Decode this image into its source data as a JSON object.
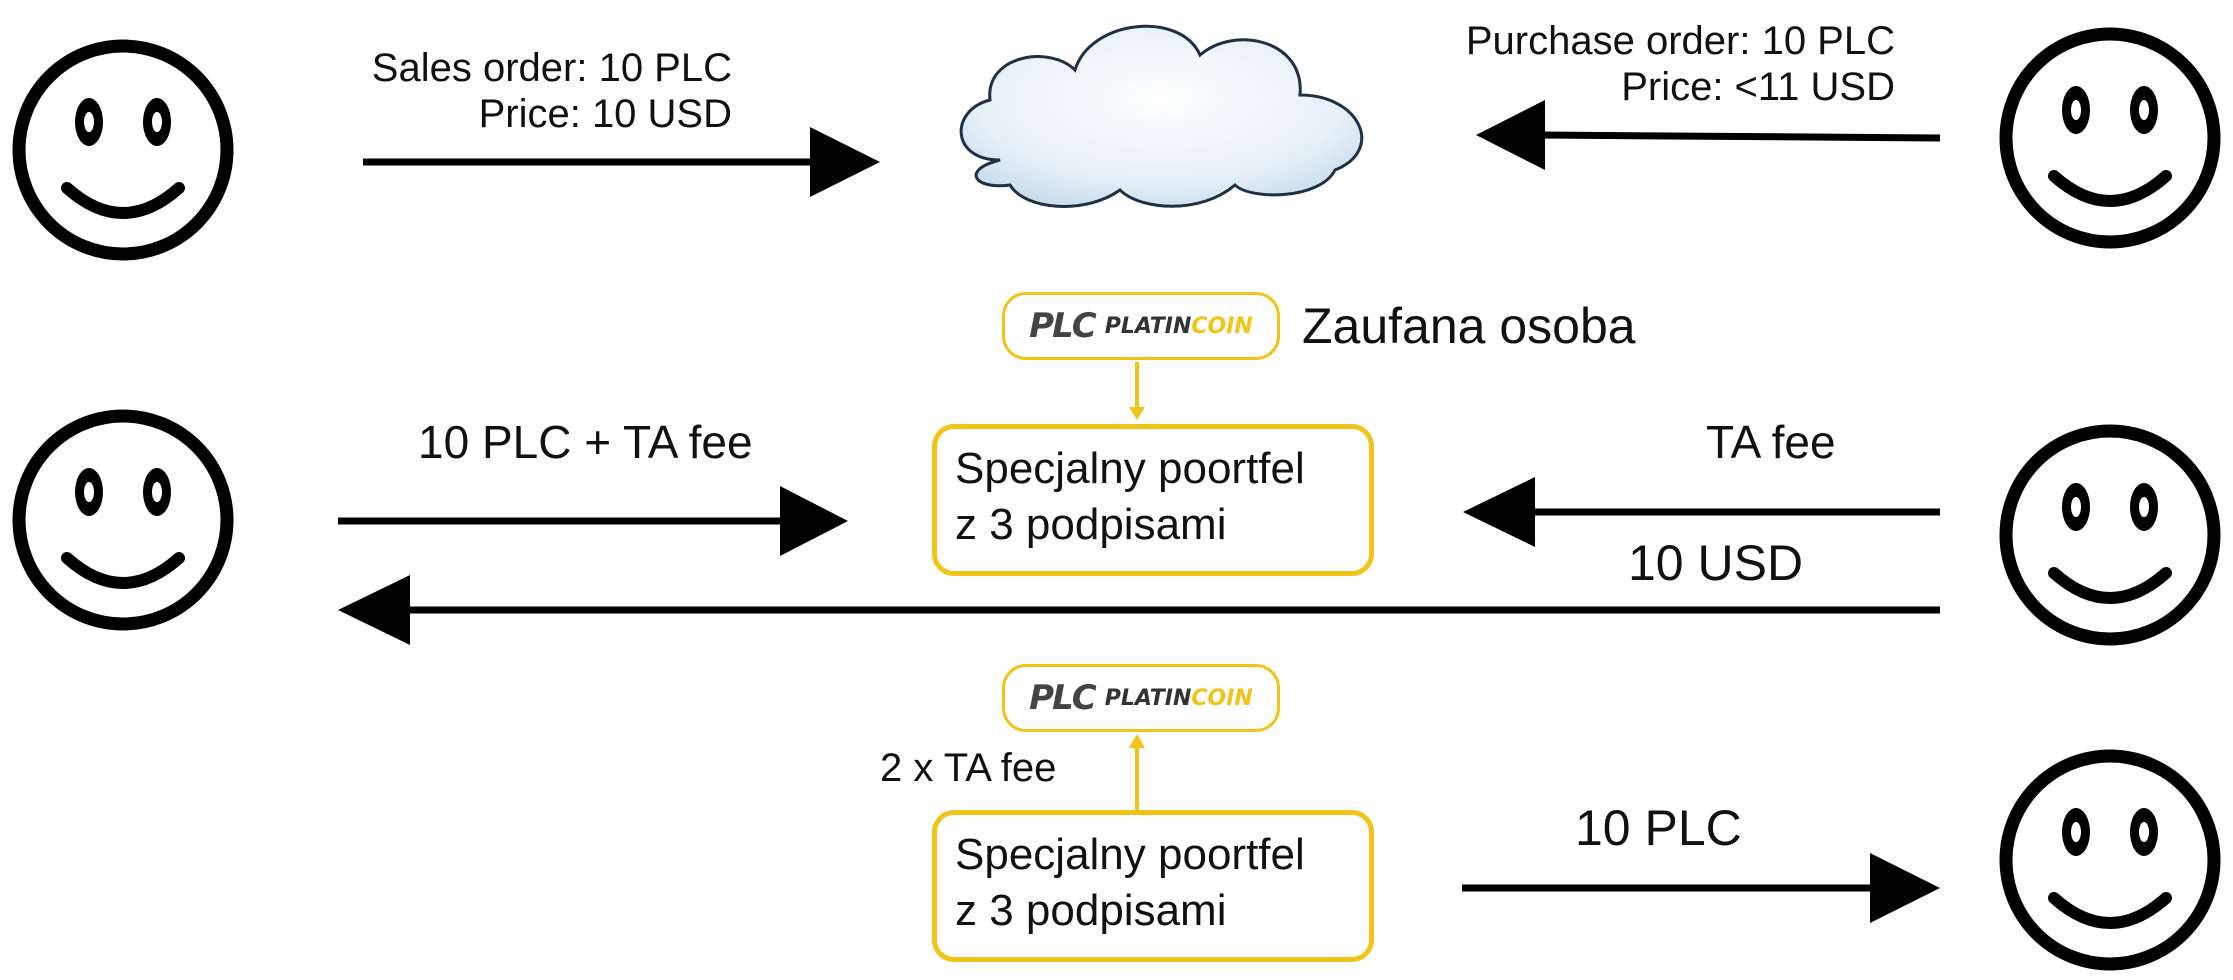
{
  "row1": {
    "sales_order": "Sales order: 10 PLC",
    "sales_price": "Price: 10 USD",
    "purchase_order": "Purchase order: 10 PLC",
    "purchase_price": "Price: <11 USD"
  },
  "trusted": {
    "logo_mark": "PLC",
    "logo_word1": "PLATIN",
    "logo_word2": "COIN",
    "label": "Zaufana osoba"
  },
  "row2": {
    "seller_send": "10 PLC + TA fee",
    "buyer_fee": "TA fee",
    "payment": "10 USD",
    "wallet_line1": "Specjalny poortfel",
    "wallet_line2": "z 3 podpisami"
  },
  "row3": {
    "logo_mark": "PLC",
    "logo_word1": "PLATIN",
    "logo_word2": "COIN",
    "fee": "2 x TA fee",
    "wallet_line1": "Specjalny poortfel",
    "wallet_line2": "z 3 podpisami",
    "delivery": "10 PLC"
  },
  "colors": {
    "accent": "#f2c418",
    "line": "#000000"
  },
  "icons": [
    "smiley-icon",
    "cloud-icon",
    "platincoin-logo"
  ]
}
